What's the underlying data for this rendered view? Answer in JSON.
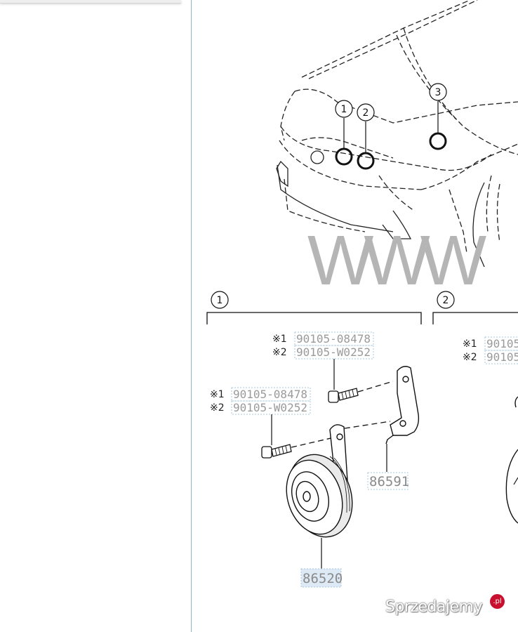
{
  "diagram": {
    "callouts": [
      "1",
      "2",
      "3"
    ],
    "section_labels": [
      "1",
      "2"
    ],
    "section1": {
      "bolt_upper": {
        "mark1": "※1",
        "pn1": "90105-08478",
        "mark2": "※2",
        "pn2": "90105-W0252"
      },
      "bolt_lower": {
        "mark1": "※1",
        "pn1": "90105-08478",
        "mark2": "※2",
        "pn2": "90105-W0252"
      },
      "bracket": "86591",
      "horn": "86520"
    },
    "section2": {
      "mark1": "※1",
      "pn1": "90105",
      "mark2": "※2",
      "pn2": "90105"
    },
    "watermark": "WWW"
  },
  "brand": {
    "name": "Sprzedajemy",
    "badge": ".pl",
    "color": "#c8102e"
  }
}
